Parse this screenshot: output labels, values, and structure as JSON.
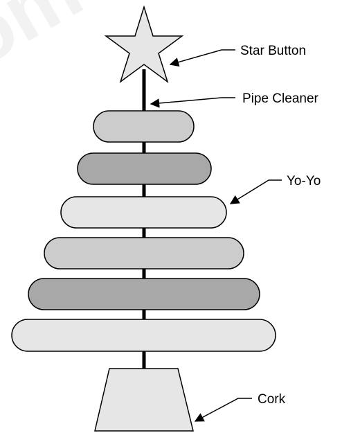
{
  "labels": {
    "star": "Star Button",
    "pipe": "Pipe Cleaner",
    "yoyo": "Yo-Yo",
    "cork": "Cork"
  },
  "colors": {
    "light_yoyo": "#e6e6e6",
    "mid_yoyo": "#cccccc",
    "dark_yoyo": "#a8a8a8",
    "star_fill": "#e6e6e6",
    "cork_fill": "#e6e6e6",
    "pipe": "#000000"
  },
  "yoyo_shades": [
    "mid",
    "dark",
    "light",
    "mid",
    "dark",
    "light"
  ]
}
